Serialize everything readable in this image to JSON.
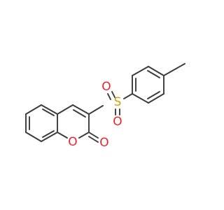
{
  "molecule": {
    "atoms": {
      "ring_oxygen": {
        "symbol": "O",
        "color": "#e8262a"
      },
      "carbonyl_oxygen": {
        "symbol": "O",
        "color": "#e8262a"
      },
      "sulfur": {
        "symbol": "S",
        "color": "#c9a20a"
      },
      "sulfonyl_oxygen_top": {
        "symbol": "O",
        "color": "#e8262a"
      },
      "sulfonyl_oxygen_bottom": {
        "symbol": "O",
        "color": "#e8262a"
      }
    },
    "bond_color": "#3a3a3a",
    "background_color": "#ffffff"
  }
}
